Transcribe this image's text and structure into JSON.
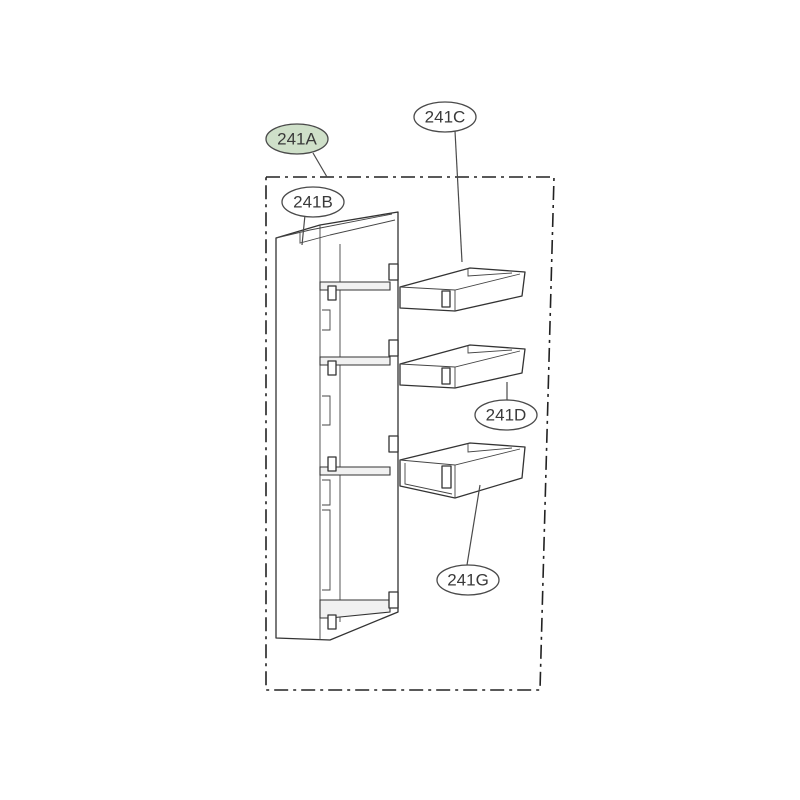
{
  "callouts": [
    {
      "id": "241A",
      "label": "241A",
      "highlighted": true
    },
    {
      "id": "241B",
      "label": "241B",
      "highlighted": false
    },
    {
      "id": "241C",
      "label": "241C",
      "highlighted": false
    },
    {
      "id": "241D",
      "label": "241D",
      "highlighted": false
    },
    {
      "id": "241G",
      "label": "241G",
      "highlighted": false
    }
  ],
  "colors": {
    "highlight_fill": "#cfe0c9",
    "line": "#333333"
  }
}
